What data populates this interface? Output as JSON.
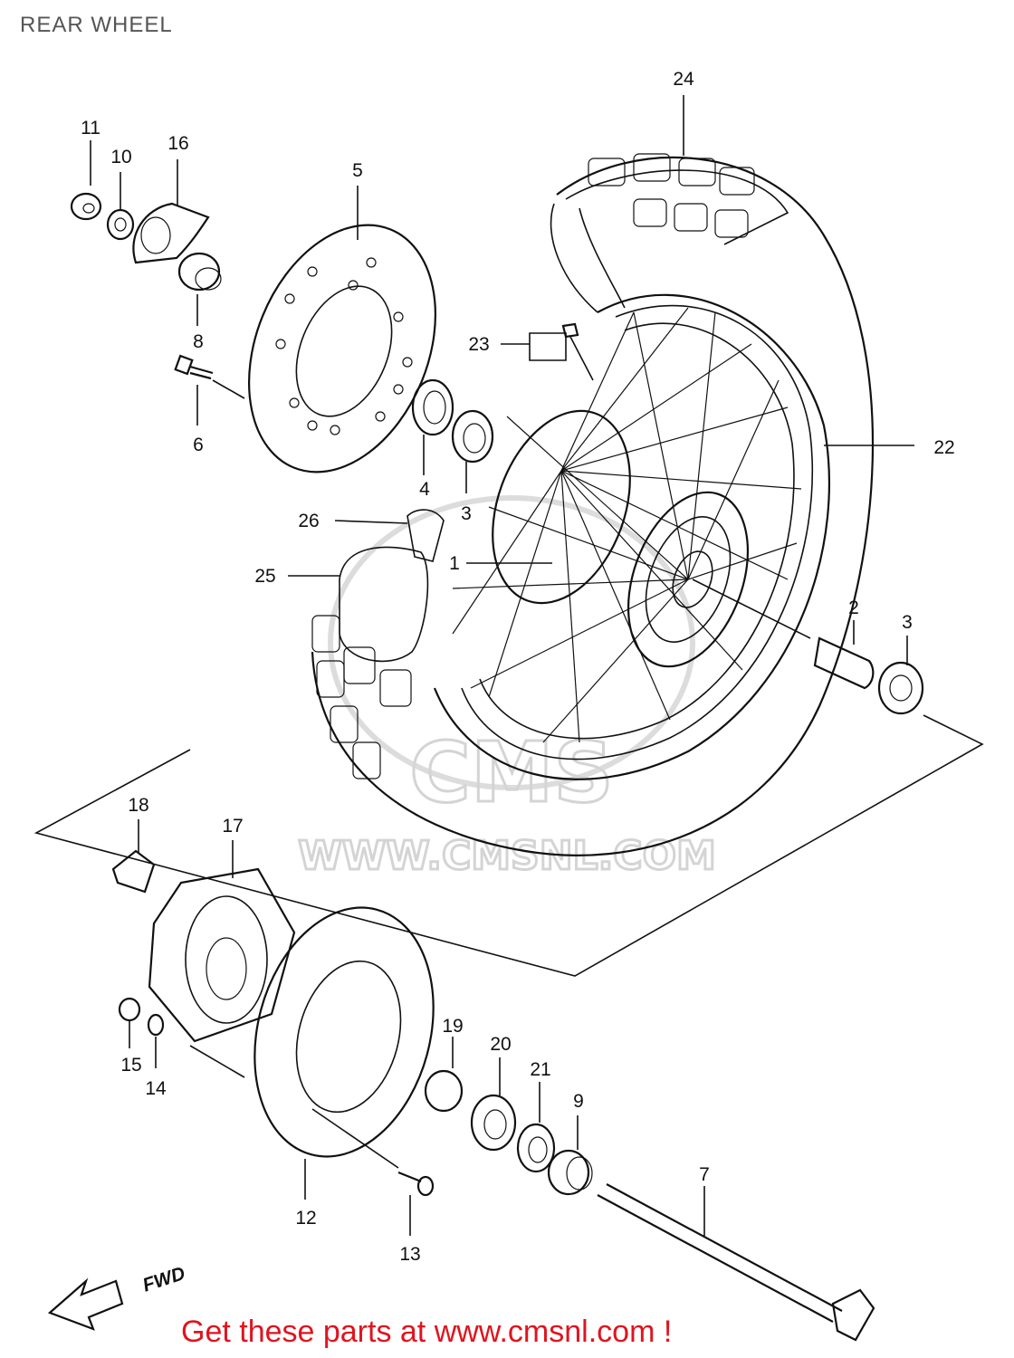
{
  "header": {
    "title": "REAR WHEEL"
  },
  "watermark": {
    "logo_text": "CMS",
    "url_text": "WWW.CMSNL.COM"
  },
  "callouts": {
    "c1": "1",
    "c2": "2",
    "c3a": "3",
    "c3b": "3",
    "c4": "4",
    "c5": "5",
    "c6": "6",
    "c7": "7",
    "c8": "8",
    "c9": "9",
    "c10": "10",
    "c11": "11",
    "c12": "12",
    "c13": "13",
    "c14": "14",
    "c15": "15",
    "c16": "16",
    "c17": "17",
    "c18": "18",
    "c19": "19",
    "c20": "20",
    "c21": "21",
    "c22": "22",
    "c23": "23",
    "c24": "24",
    "c25": "25",
    "c26": "26"
  },
  "direction": {
    "label": "FWD"
  },
  "footer": {
    "text": "Get these parts at www.cmsnl.com !"
  },
  "colors": {
    "line": "#111111",
    "footer": "#e0141e",
    "watermark": "#d4d4d4"
  }
}
